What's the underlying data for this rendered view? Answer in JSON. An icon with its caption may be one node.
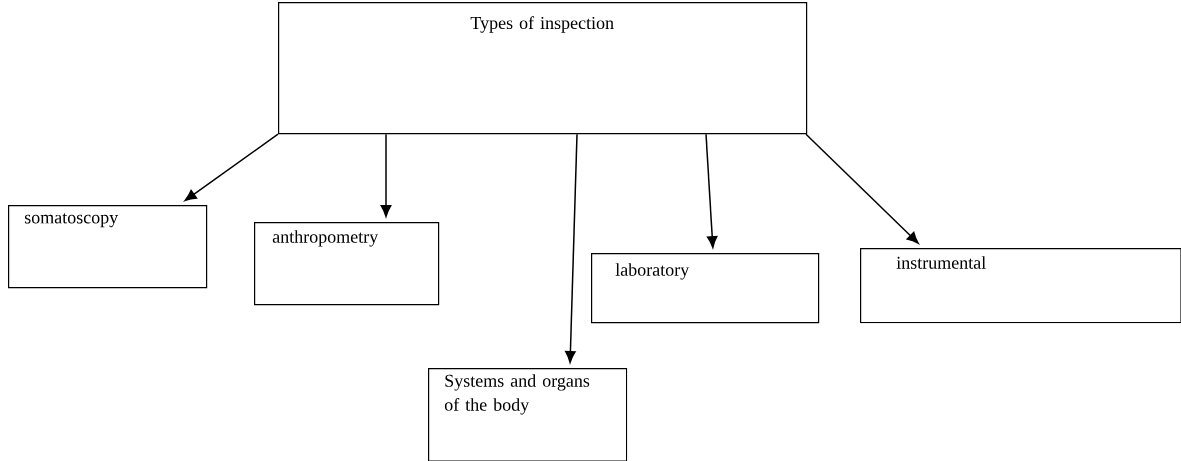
{
  "diagram": {
    "nodes": [
      {
        "text": [
          "Types of inspection"
        ]
      },
      {
        "text": [
          "somatoscopy"
        ]
      },
      {
        "text": [
          "anthropometry"
        ]
      },
      {
        "text": [
          "Systems and organs of the body"
        ]
      },
      {
        "text": [
          "laboratory"
        ]
      },
      {
        "text": [
          "instrumental"
        ]
      }
    ],
    "edges": [
      {
        "from": 0,
        "to": 1,
        "arrow": "to"
      },
      {
        "from": 0,
        "to": 2,
        "arrow": "to"
      },
      {
        "from": 0,
        "to": 3,
        "arrow": "to"
      },
      {
        "from": 0,
        "to": 4,
        "arrow": "to"
      },
      {
        "from": 0,
        "to": 5,
        "arrow": "to"
      }
    ]
  }
}
